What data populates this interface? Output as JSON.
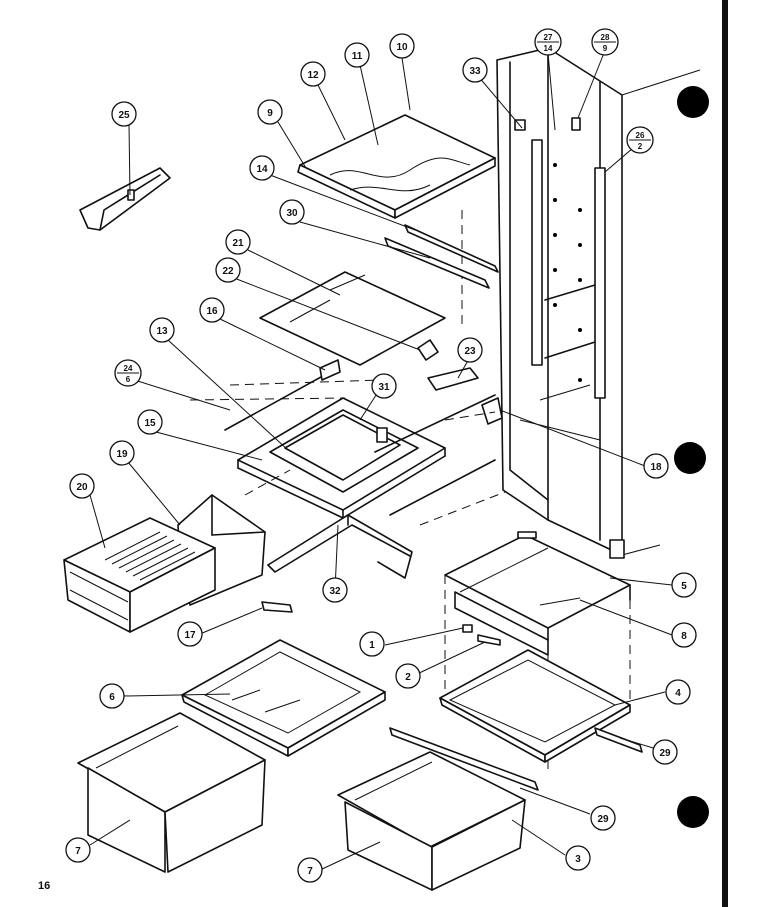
{
  "page": {
    "page_number": "16"
  },
  "callouts": [
    {
      "id": "c1",
      "label": "1"
    },
    {
      "id": "c2",
      "label": "2"
    },
    {
      "id": "c3",
      "label": "3"
    },
    {
      "id": "c4",
      "label": "4"
    },
    {
      "id": "c5",
      "label": "5"
    },
    {
      "id": "c6",
      "label": "6"
    },
    {
      "id": "c7a",
      "label": "7"
    },
    {
      "id": "c7b",
      "label": "7"
    },
    {
      "id": "c8",
      "label": "8"
    },
    {
      "id": "c9",
      "label": "9"
    },
    {
      "id": "c10",
      "label": "10"
    },
    {
      "id": "c11",
      "label": "11"
    },
    {
      "id": "c12",
      "label": "12"
    },
    {
      "id": "c13",
      "label": "13"
    },
    {
      "id": "c14",
      "label": "14"
    },
    {
      "id": "c15",
      "label": "15"
    },
    {
      "id": "c16",
      "label": "16"
    },
    {
      "id": "c17",
      "label": "17"
    },
    {
      "id": "c18",
      "label": "18"
    },
    {
      "id": "c19",
      "label": "19"
    },
    {
      "id": "c20",
      "label": "20"
    },
    {
      "id": "c21",
      "label": "21"
    },
    {
      "id": "c22",
      "label": "22"
    },
    {
      "id": "c23",
      "label": "23"
    },
    {
      "id": "c25",
      "label": "25"
    },
    {
      "id": "c29a",
      "label": "29"
    },
    {
      "id": "c29b",
      "label": "29"
    },
    {
      "id": "c30",
      "label": "30"
    },
    {
      "id": "c31",
      "label": "31"
    },
    {
      "id": "c32",
      "label": "32"
    },
    {
      "id": "c33",
      "label": "33"
    }
  ],
  "fraction_callouts": [
    {
      "id": "f24",
      "top": "24",
      "bottom": "6"
    },
    {
      "id": "f26",
      "top": "26",
      "bottom": "2"
    },
    {
      "id": "f27",
      "top": "27",
      "bottom": "14"
    },
    {
      "id": "f28",
      "top": "28",
      "bottom": "9"
    }
  ]
}
